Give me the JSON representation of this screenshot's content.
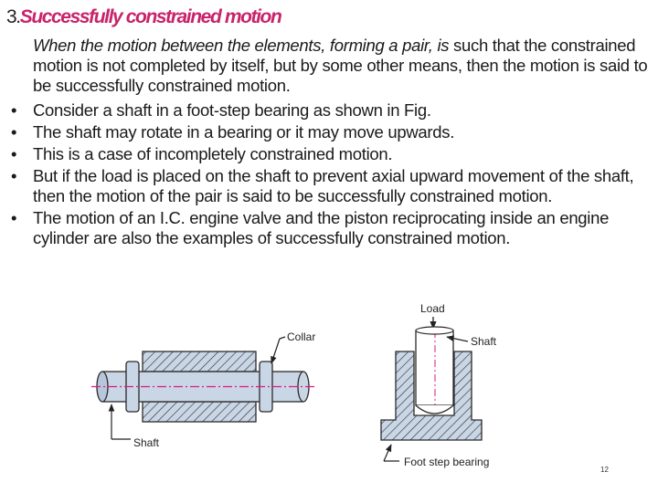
{
  "slide": {
    "number": "3.",
    "heading": "Successfully constrained motion",
    "intro_italic": "When the motion between the elements, forming a pair, is",
    "intro_rest": " such that the constrained motion is not completed by itself, but by some other means, then the motion is said to be successfully constrained motion.",
    "bullets": [
      "Consider a shaft in a foot-step bearing as shown in Fig.",
      "The shaft may rotate in a bearing or it may move upwards.",
      "This is a case of incompletely constrained motion.",
      "But if the load is placed on the shaft to prevent axial upward movement of the shaft, then the motion of the pair is said to be successfully constrained motion.",
      "The motion of an I.C. engine valve and the piston reciprocating inside an engine cylinder are also the examples of successfully constrained motion."
    ],
    "bullet_symbol": "•",
    "page_number": "12"
  },
  "figure_left": {
    "collar_label": "Collar",
    "shaft_label": "Shaft"
  },
  "figure_right": {
    "load_label": "Load",
    "shaft_label": "Shaft",
    "bearing_label": "Foot step bearing"
  },
  "colors": {
    "heading": "#c8236b",
    "metal": "#c9d6e6",
    "metal_edge": "#2a2a2a",
    "centerline": "#e0148a"
  }
}
